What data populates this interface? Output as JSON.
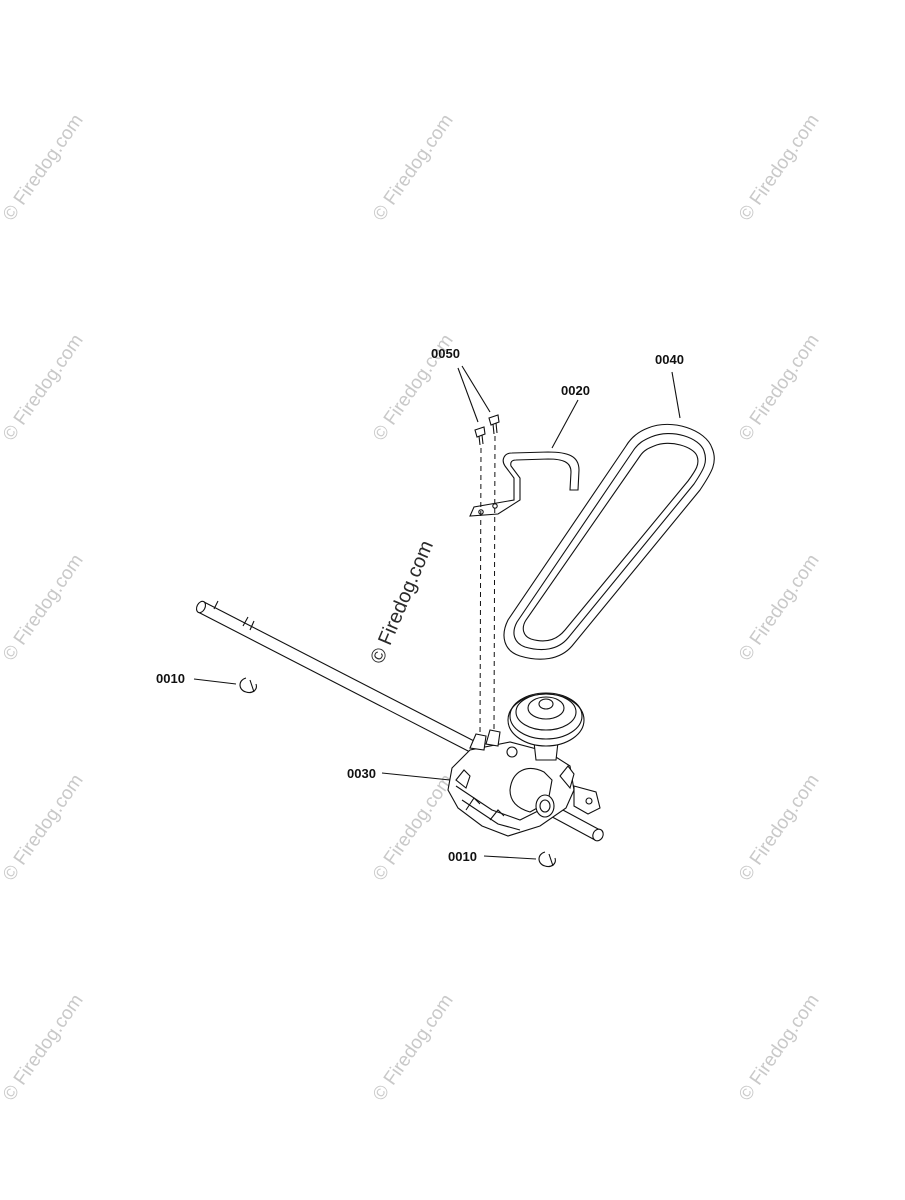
{
  "diagram": {
    "parts": [
      {
        "id": "label-0050",
        "text": "0050"
      },
      {
        "id": "label-0020",
        "text": "0020"
      },
      {
        "id": "label-0040",
        "text": "0040"
      },
      {
        "id": "label-0010-left",
        "text": "0010"
      },
      {
        "id": "label-0030",
        "text": "0030"
      },
      {
        "id": "label-0010-bottom",
        "text": "0010"
      }
    ]
  },
  "watermark": {
    "text": "© Firedog.com",
    "center_text": "© Firedog.com"
  }
}
